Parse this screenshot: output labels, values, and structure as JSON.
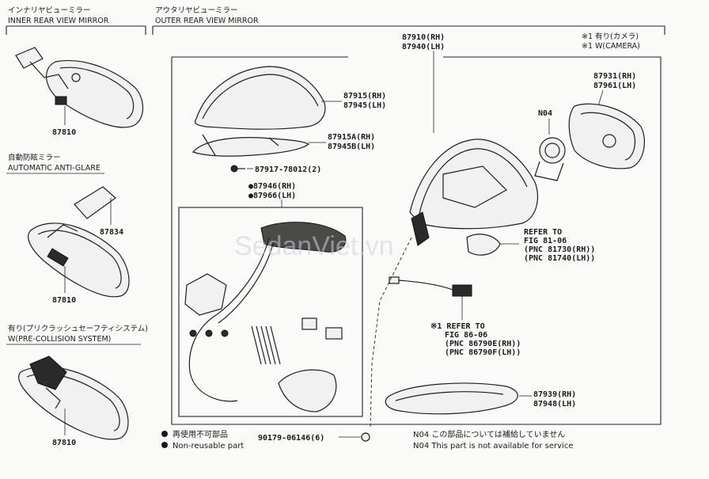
{
  "sections": {
    "inner": {
      "jp": "インナリヤビューミラー",
      "en": "INNER REAR VIEW MIRROR"
    },
    "outer": {
      "jp": "アウタリヤビューミラー",
      "en": "OUTER REAR VIEW MIRROR"
    },
    "auto": {
      "jp": "自動防眩ミラー",
      "en": "AUTOMATIC ANTI-GLARE"
    },
    "precollision": {
      "jp": "有り(プリクラッシュセーフティシステム)",
      "en": "W(PRE-COLLISION SYSTEM)"
    }
  },
  "notes": {
    "camera_jp": "※1 有り(カメラ)",
    "camera_en": "※1 W(CAMERA)"
  },
  "parts": {
    "p87810_a": "87810",
    "p87834": "87834",
    "p87810_b": "87810",
    "p87810_c": "87810",
    "p87910": "87910(RH)",
    "p87940": "87940(LH)",
    "p87915": "87915(RH)",
    "p87945": "87945(LH)",
    "p87915a": "87915A(RH)",
    "p87945b": "87945B(LH)",
    "p87917": "87917-78012(2)",
    "p87946": "●87946(RH)",
    "p87966": "●87966(LH)",
    "n04": "N04",
    "p87931": "87931(RH)",
    "p87961": "87961(LH)",
    "ref1_a": "REFER TO",
    "ref1_b": "FIG 81-06",
    "ref1_c": "(PNC 81730(RH))",
    "ref1_d": "(PNC 81740(LH))",
    "ref2_a": "※1 REFER TO",
    "ref2_b": "FIG 86-06",
    "ref2_c": "(PNC 86790E(RH))",
    "ref2_d": "(PNC 86790F(LH))",
    "p87939": "87939(RH)",
    "p87948": "87948(LH)",
    "p90179": "90179-06146(6)"
  },
  "legend": {
    "nonreuse_jp": "再使用不可部品",
    "nonreuse_en": "Non-reusable part",
    "n04_jp": "N04 この部品については補給していません",
    "n04_en": "N04 This part is not available for service"
  },
  "watermark": "SedanViet.vn",
  "colors": {
    "line": "#1e1e1e",
    "background": "#fafaf8",
    "watermark": "#c9d2e0"
  }
}
